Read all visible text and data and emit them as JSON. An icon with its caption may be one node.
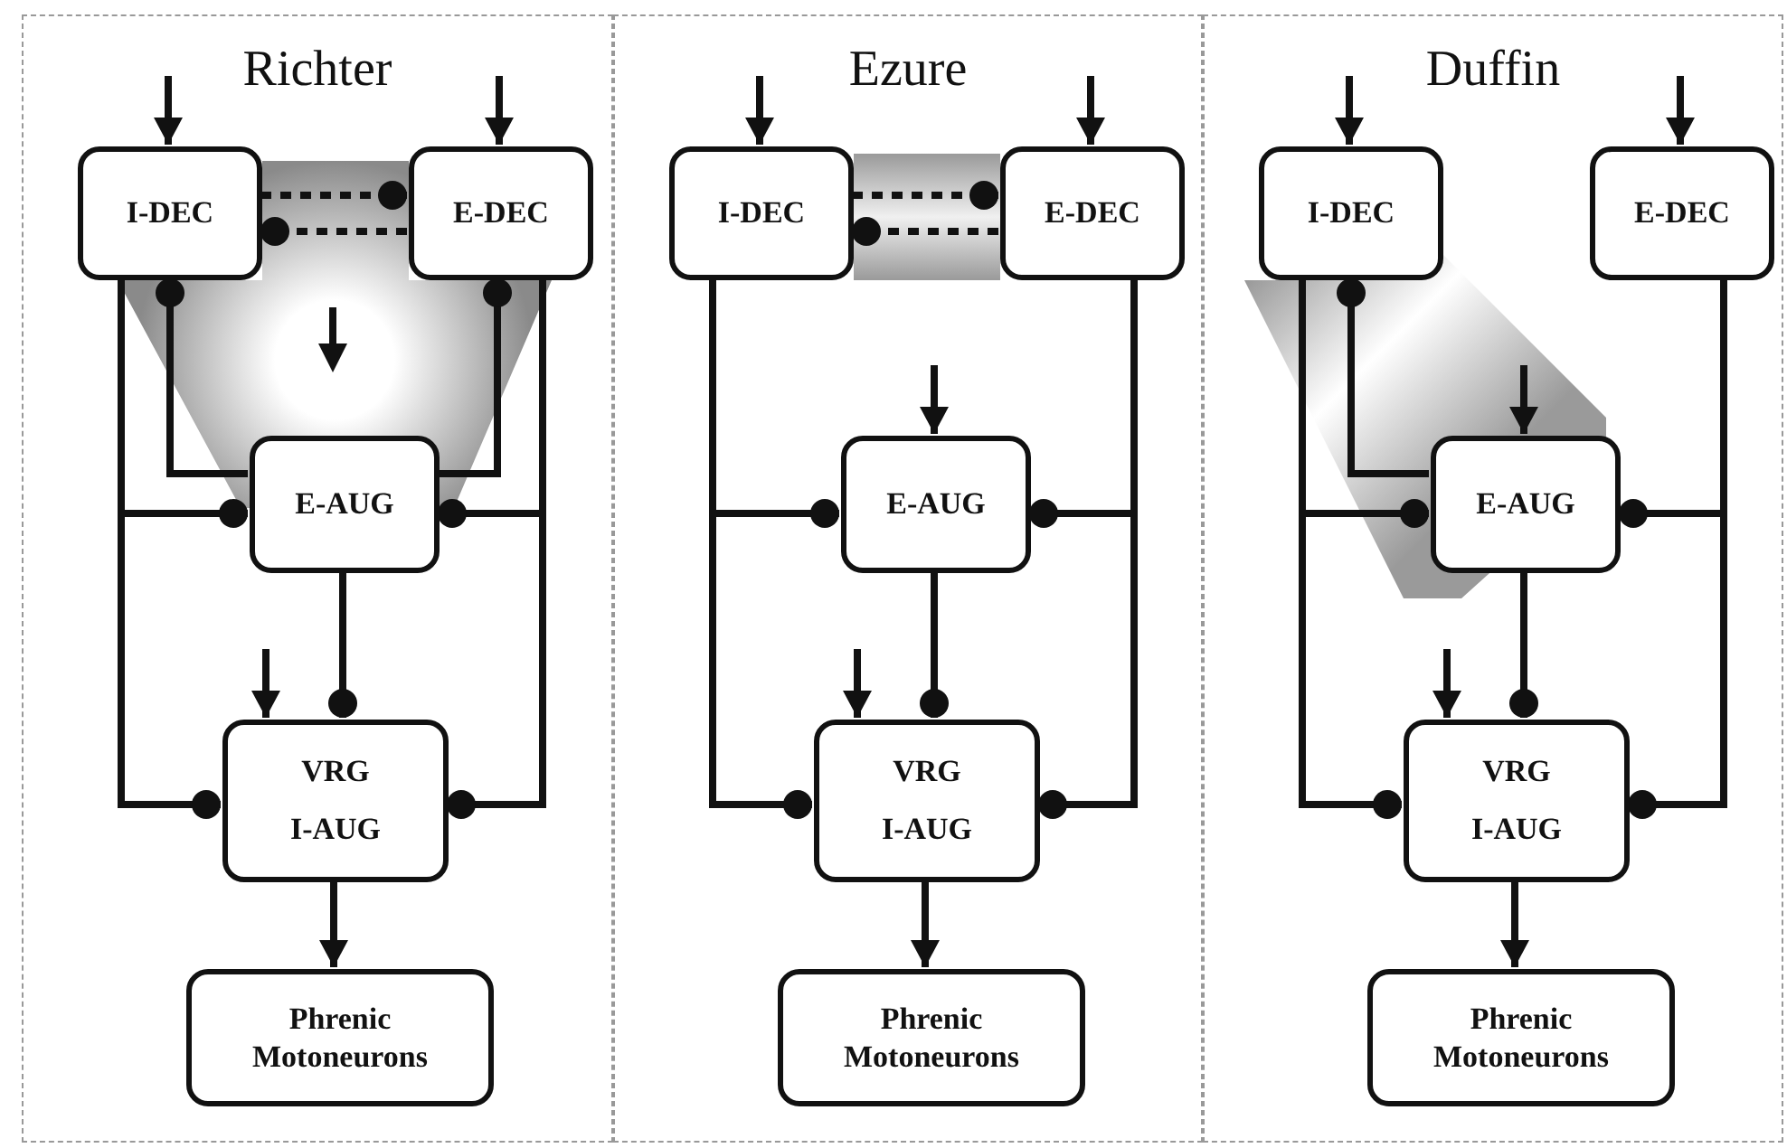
{
  "diagram": {
    "nodes": [
      {
        "text": [
          "Richter"
        ]
      },
      {
        "text": [
          "I-DEC"
        ],
        "in": 0
      },
      {
        "text": [
          "E-DEC"
        ],
        "in": 0
      },
      {
        "text": [
          "E-AUG"
        ],
        "in": 0
      },
      {
        "text": [
          "VRG",
          "I-AUG"
        ],
        "in": 0
      },
      {
        "text": [
          "Phrenic Motoneurons"
        ],
        "in": 0
      },
      {
        "text": [
          "Ezure"
        ]
      },
      {
        "text": [
          "I-DEC"
        ],
        "in": 6
      },
      {
        "text": [
          "E-DEC"
        ],
        "in": 6
      },
      {
        "text": [
          "E-AUG"
        ],
        "in": 6
      },
      {
        "text": [
          "VRG",
          "I-AUG"
        ],
        "in": 6
      },
      {
        "text": [
          "Phrenic Motoneurons"
        ],
        "in": 6
      },
      {
        "text": [
          "Duffin"
        ]
      },
      {
        "text": [
          "I-DEC"
        ],
        "in": 12
      },
      {
        "text": [
          "E-DEC"
        ],
        "in": 12
      },
      {
        "text": [
          "E-AUG"
        ],
        "in": 12
      },
      {
        "text": [
          "VRG",
          "I-AUG"
        ],
        "in": 12
      },
      {
        "text": [
          "Phrenic Motoneurons"
        ],
        "in": 12
      }
    ],
    "edges": [
      {
        "from": null,
        "to": 1,
        "arrow": "to"
      },
      {
        "from": null,
        "to": 2,
        "arrow": "to"
      },
      {
        "from": 1,
        "to": 2,
        "arrow": "other",
        "style": "dashed"
      },
      {
        "from": 2,
        "to": 1,
        "arrow": "other",
        "style": "dashed"
      },
      {
        "from": 3,
        "to": 1,
        "arrow": "other"
      },
      {
        "from": 3,
        "to": 2,
        "arrow": "other"
      },
      {
        "from": 1,
        "to": 3,
        "arrow": "other"
      },
      {
        "from": 1,
        "to": 4,
        "arrow": "other"
      },
      {
        "from": 2,
        "to": 3,
        "arrow": "other"
      },
      {
        "from": 2,
        "to": 4,
        "arrow": "other"
      },
      {
        "from": 3,
        "to": 4,
        "arrow": "other"
      },
      {
        "from": null,
        "to": 4,
        "arrow": "to"
      },
      {
        "from": 4,
        "to": 5,
        "arrow": "to"
      },
      {
        "from": null,
        "to": 7,
        "arrow": "to"
      },
      {
        "from": null,
        "to": 8,
        "arrow": "to"
      },
      {
        "from": 7,
        "to": 8,
        "arrow": "other",
        "style": "dashed"
      },
      {
        "from": 8,
        "to": 7,
        "arrow": "other",
        "style": "dashed"
      },
      {
        "from": null,
        "to": 9,
        "arrow": "to"
      },
      {
        "from": 7,
        "to": 9,
        "arrow": "other"
      },
      {
        "from": 7,
        "to": 10,
        "arrow": "other"
      },
      {
        "from": 8,
        "to": 9,
        "arrow": "other"
      },
      {
        "from": 8,
        "to": 10,
        "arrow": "other"
      },
      {
        "from": 9,
        "to": 10,
        "arrow": "other"
      },
      {
        "from": null,
        "to": 10,
        "arrow": "to"
      },
      {
        "from": 10,
        "to": 11,
        "arrow": "to"
      },
      {
        "from": null,
        "to": 13,
        "arrow": "to"
      },
      {
        "from": null,
        "to": 14,
        "arrow": "to"
      },
      {
        "from": 15,
        "to": 13,
        "arrow": "other"
      },
      {
        "from": null,
        "to": 15,
        "arrow": "to"
      },
      {
        "from": 13,
        "to": 15,
        "arrow": "other"
      },
      {
        "from": 13,
        "to": 16,
        "arrow": "other"
      },
      {
        "from": 14,
        "to": 15,
        "arrow": "other"
      },
      {
        "from": 14,
        "to": 16,
        "arrow": "other"
      },
      {
        "from": 15,
        "to": 16,
        "arrow": "other"
      },
      {
        "from": null,
        "to": 16,
        "arrow": "to"
      },
      {
        "from": 16,
        "to": 17,
        "arrow": "to"
      }
    ]
  }
}
